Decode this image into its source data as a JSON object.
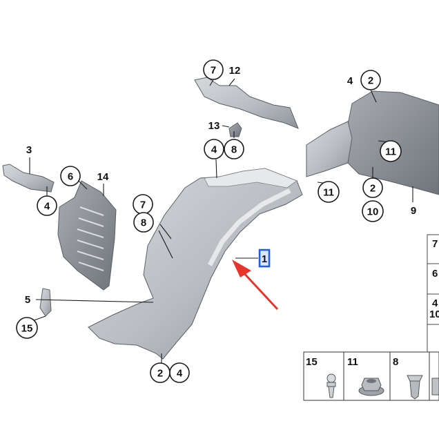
{
  "diagram": {
    "callouts": [
      {
        "id": "c-7-top",
        "label": "7"
      },
      {
        "id": "c-2-topright",
        "label": "2"
      },
      {
        "id": "c-8-top",
        "label": "8"
      },
      {
        "id": "c-4-center",
        "label": "4"
      },
      {
        "id": "c-11-a",
        "label": "11"
      },
      {
        "id": "c-6",
        "label": "6"
      },
      {
        "id": "c-4-left",
        "label": "4"
      },
      {
        "id": "c-11-b",
        "label": "11"
      },
      {
        "id": "c-2-right",
        "label": "2"
      },
      {
        "id": "c-10",
        "label": "10"
      },
      {
        "id": "c-7-mid",
        "label": "7"
      },
      {
        "id": "c-8-mid",
        "label": "8"
      },
      {
        "id": "c-15",
        "label": "15"
      },
      {
        "id": "c-2-bottom",
        "label": "2"
      },
      {
        "id": "c-4-bottom",
        "label": "4"
      }
    ],
    "plain_labels": [
      {
        "id": "p-12",
        "label": "12"
      },
      {
        "id": "p-4-topright",
        "label": "4"
      },
      {
        "id": "p-13",
        "label": "13"
      },
      {
        "id": "p-3",
        "label": "3"
      },
      {
        "id": "p-14",
        "label": "14"
      },
      {
        "id": "p-9",
        "label": "9"
      },
      {
        "id": "p-5",
        "label": "5"
      }
    ],
    "highlighted_label": "1",
    "legend": [
      {
        "id": "leg-15",
        "label": "15",
        "icon": "push-pin-clip"
      },
      {
        "id": "leg-11",
        "label": "11",
        "icon": "hex-nut"
      },
      {
        "id": "leg-8",
        "label": "8",
        "icon": "expansion-nut"
      }
    ],
    "side_table": [
      "7",
      "6",
      "4",
      "10"
    ],
    "colors": {
      "part_fill": "#c4c8cc",
      "arrow": "#e8352b",
      "highlight": "#1a5cff"
    }
  }
}
